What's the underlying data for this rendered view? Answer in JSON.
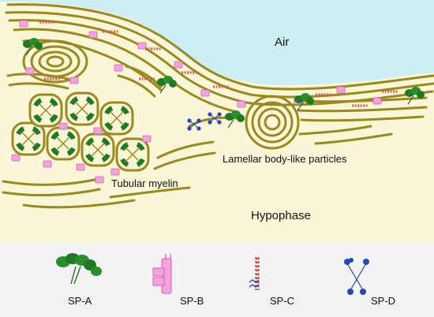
{
  "regions": {
    "air_label": "Air",
    "hypophase_label": "Hypophase",
    "tubular_myelin_label": "Tubular myelin",
    "lamellar_label": "Lamellar body-like particles"
  },
  "legend": {
    "items": [
      {
        "id": "sp-a",
        "label": "SP-A"
      },
      {
        "id": "sp-b",
        "label": "SP-B"
      },
      {
        "id": "sp-c",
        "label": "SP-C"
      },
      {
        "id": "sp-d",
        "label": "SP-D"
      }
    ]
  },
  "colors": {
    "air": "#cdeef3",
    "hypophase": "#fbf6d8",
    "membrane": "#9a8a1e",
    "sp_a": "#1f7a22",
    "sp_b": "#f08fd2",
    "sp_c": "#d23a3a",
    "sp_d": "#2547b8",
    "legend_bg": "#f3f3f3"
  }
}
